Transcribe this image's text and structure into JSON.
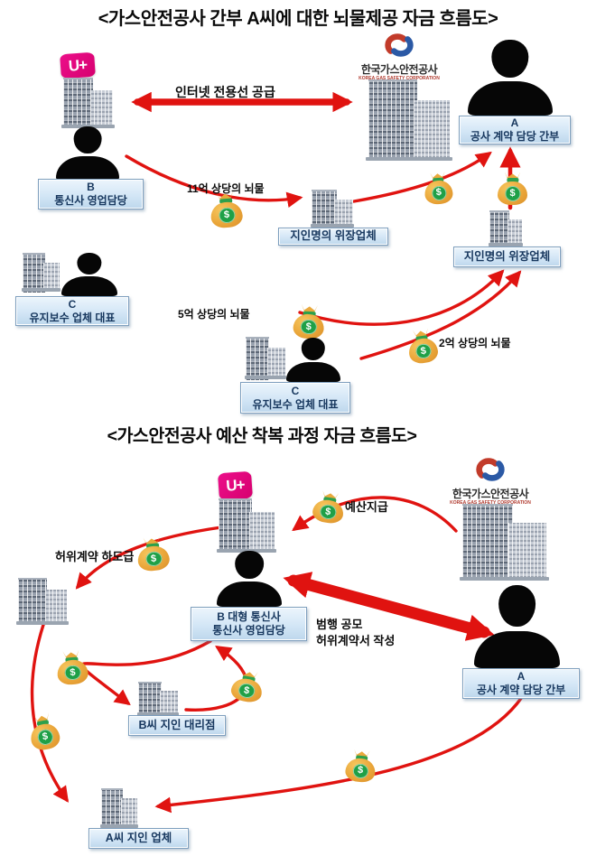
{
  "colors": {
    "arrow_red": "#e01310",
    "label_box_bg": "#d3e6f6",
    "label_box_text": "#17375e",
    "bag_gold": "#eaa63a",
    "bag_green": "#1fa047",
    "lgu_magenta": "#e6007e",
    "kgs_red": "#c23b2a",
    "kgs_blue": "#2b59a5",
    "building_gray": "#97a0ad"
  },
  "diagram": {
    "money_symbol": "$",
    "lgu_logo_text": "U+",
    "section1": {
      "title": "<가스안전공사 간부 A씨에 대한 뇌물제공 자금 흐름도>",
      "kgs_name": "한국가스안전공사",
      "kgs_sub": "KOREA GAS SAFETY CORPORATION",
      "internet_label": "인터넷 전용선 공급",
      "bribe_11": "11억 상당의 뇌물",
      "bribe_5": "5억 상당의 뇌물",
      "bribe_2": "2억 상당의 뇌물",
      "person_b_line1": "B",
      "person_b_line2": "통신사 영업담당",
      "person_a_line1": "A",
      "person_a_line2": "공사 계약 담당 간부",
      "shell_company_1": "지인명의 위장업체",
      "shell_company_2": "지인명의 위장업체",
      "person_c1_line1": "C",
      "person_c1_line2": "유지보수 업체 대표",
      "person_c2_line1": "C",
      "person_c2_line2": "유지보수 업체 대표"
    },
    "section2": {
      "title": "<가스안전공사 예산 착복 과정 자금 흐름도>",
      "kgs_name": "한국가스안전공사",
      "kgs_sub": "KOREA GAS SAFETY CORPORATION",
      "budget_label": "예산지급",
      "fake_subcontract_label": "허위계약 하도급",
      "conspiracy_line1": "범행 공모",
      "conspiracy_line2": "허위계약서 작성",
      "person_b_line1": "B 대형 통신사",
      "person_b_line2": "통신사 영업담당",
      "person_a_line1": "A",
      "person_a_line2": "공사 계약 담당 간부",
      "b_friend_agency": "B씨 지인 대리점",
      "a_friend_company": "A씨 지인 업체"
    }
  }
}
